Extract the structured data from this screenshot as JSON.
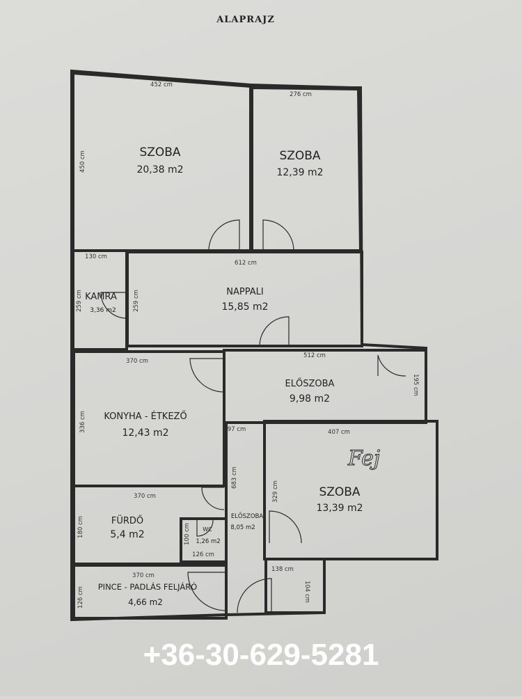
{
  "title": "ALAPRAJZ",
  "rooms": [
    {
      "name": "SZOBA",
      "area": "20,38 m2",
      "dims": [
        "452 cm",
        "450 cm"
      ]
    },
    {
      "name": "SZOBA",
      "area": "12,39 m2",
      "dims": [
        "276 cm"
      ]
    },
    {
      "name": "KAMRA",
      "area": "3,36 m2",
      "dims": [
        "130 cm",
        "259 cm"
      ]
    },
    {
      "name": "NAPPALI",
      "area": "15,85 m2",
      "dims": [
        "612 cm",
        "259 cm"
      ]
    },
    {
      "name": "KONYHA - ÉTKEZŐ",
      "area": "12,43 m2",
      "dims": [
        "370 cm",
        "336 cm"
      ]
    },
    {
      "name": "ELŐSZOBA",
      "area": "9,98 m2",
      "dims": [
        "512 cm",
        "195 cm"
      ]
    },
    {
      "name": "SZOBA",
      "area": "13,39 m2",
      "dims": [
        "407 cm",
        "329 cm"
      ]
    },
    {
      "name": "FÜRDŐ",
      "area": "5,4 m2",
      "dims": [
        "370 cm",
        "180 cm"
      ]
    },
    {
      "name": "WC",
      "area": "1,26 m2",
      "dims": [
        "100 cm",
        "126 cm"
      ]
    },
    {
      "name": "ELŐSZOBA",
      "area": "8,05 m2",
      "dims": [
        "97 cm",
        "683 cm"
      ]
    },
    {
      "name": "PINCE - PADLÁS FELJÁRÓ",
      "area": "4,66 m2",
      "dims": [
        "370 cm",
        "126 cm"
      ]
    },
    {
      "name": "",
      "area": "",
      "dims": [
        "138 cm",
        "104 cm"
      ]
    }
  ],
  "watermark": "+36-30-629-5281",
  "handwriting": "Fej"
}
